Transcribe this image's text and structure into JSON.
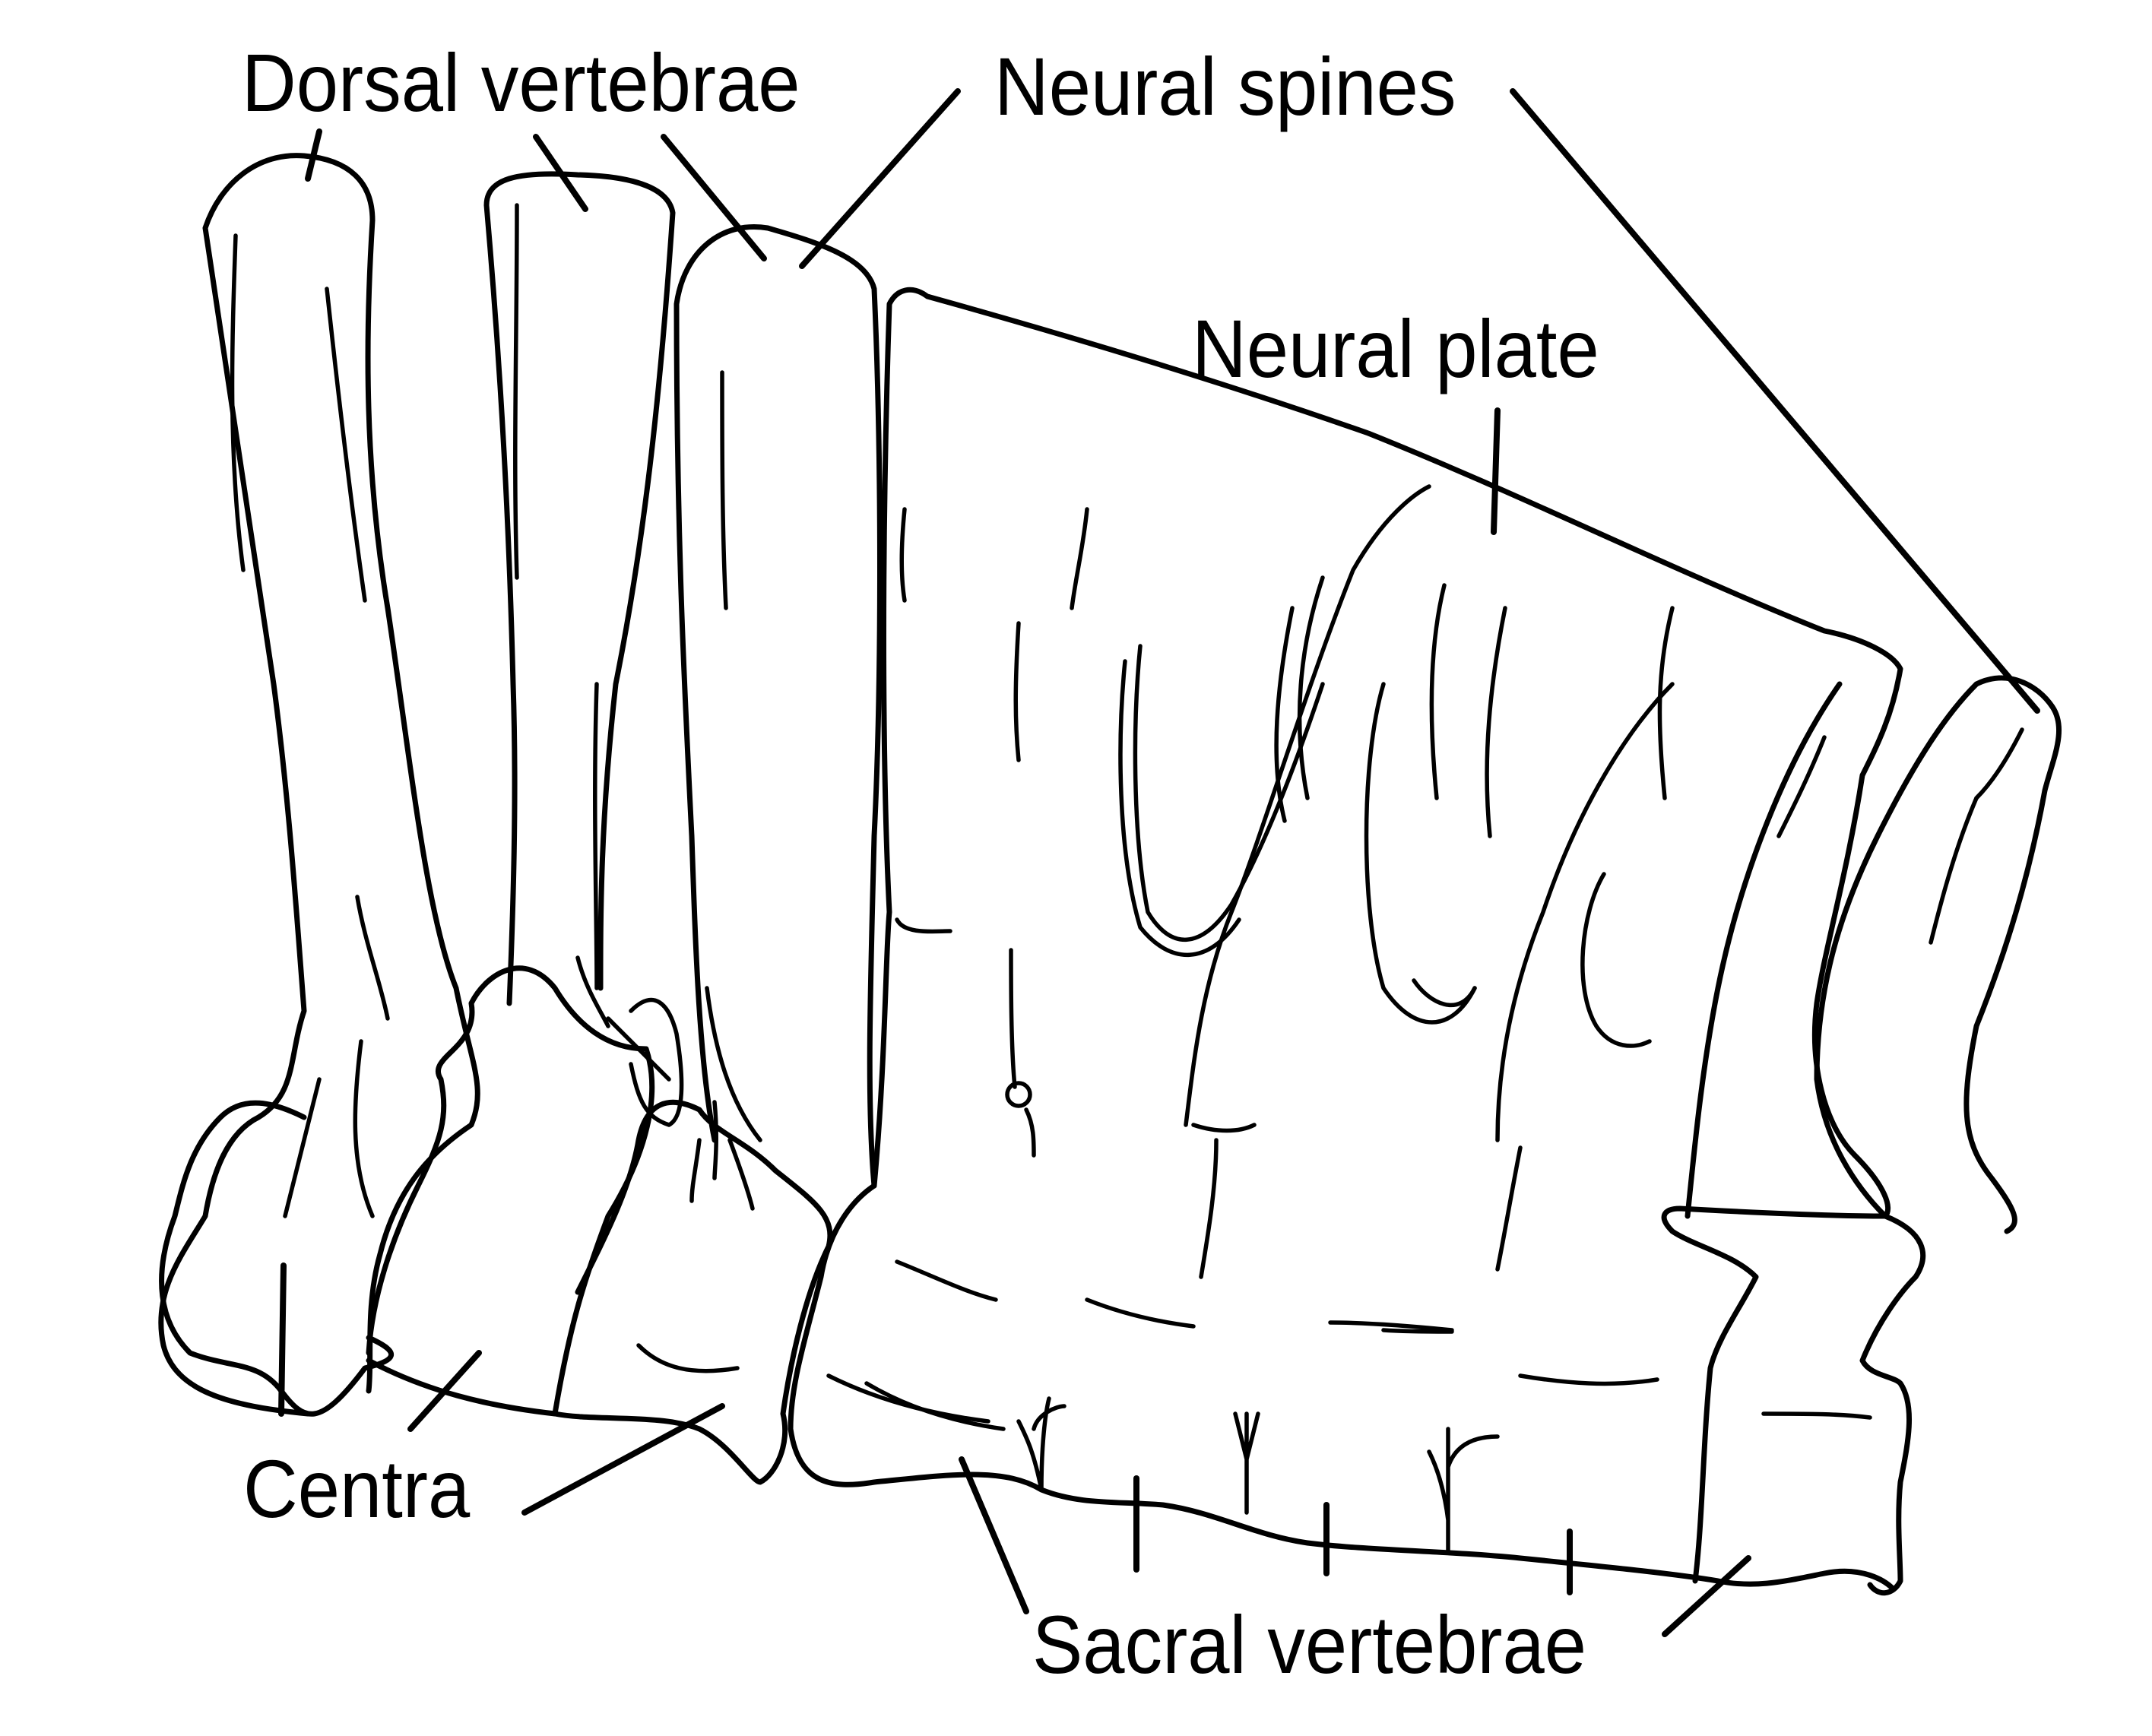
{
  "figure": {
    "subject": "Vertebral column fragment (dorsal and sacral vertebrae), lateral view line drawing",
    "colors": {
      "background": "#ffffff",
      "line": "#000000"
    },
    "labels": {
      "dorsal_vertebrae": "Dorsal vertebrae",
      "neural_spines": "Neural spines",
      "neural_plate": "Neural plate",
      "centra": "Centra",
      "sacral_vertebrae": "Sacral vertebrae"
    }
  }
}
